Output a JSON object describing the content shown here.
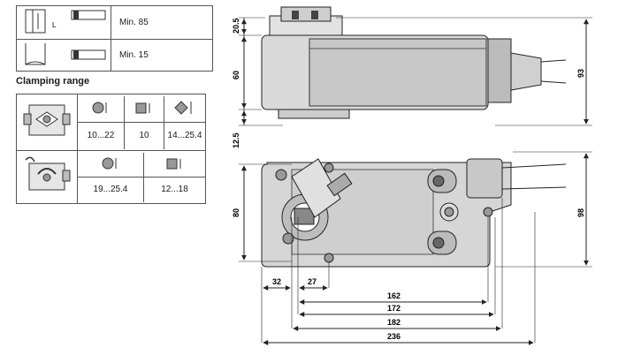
{
  "length_table": {
    "rows": [
      {
        "value": "Min. 85"
      },
      {
        "value": "Min. 15"
      }
    ],
    "label_L": "L"
  },
  "clamping": {
    "heading": "Clamping range",
    "row1": {
      "round": "10...22",
      "square": "10",
      "diagonal": "14...25.4"
    },
    "row2": {
      "round": "19...25.4",
      "square": "12...18"
    }
  },
  "dimensions": {
    "side_top": "20.5",
    "side_mid": "60",
    "side_bottom": "12.5",
    "side_height": "93",
    "top_height_left": "80",
    "top_height_right": "98",
    "d32": "32",
    "d27": "27",
    "d162": "162",
    "d172": "172",
    "d182": "182",
    "d236": "236"
  }
}
